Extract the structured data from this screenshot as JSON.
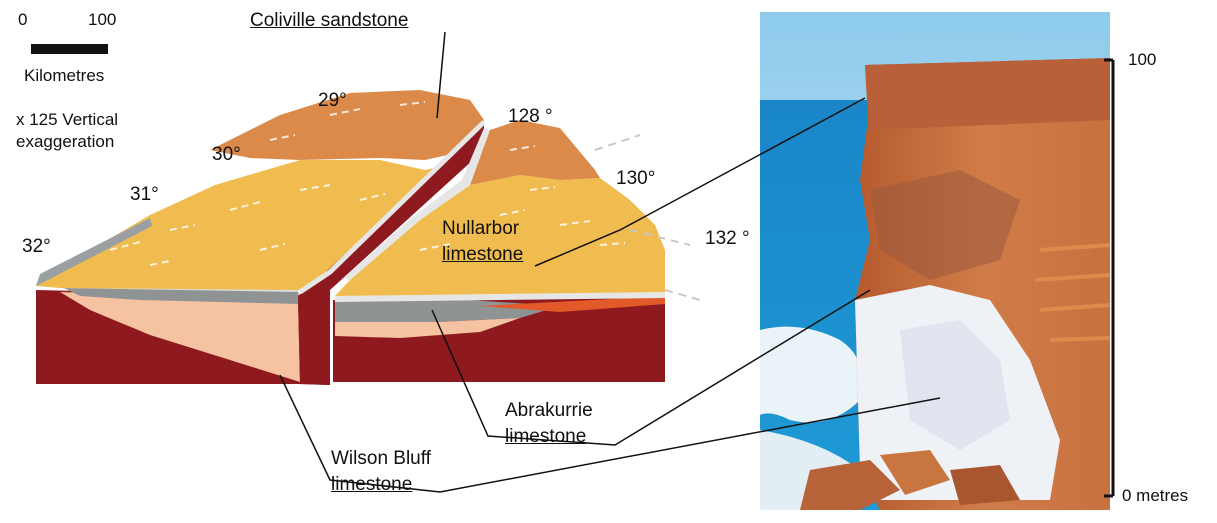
{
  "scale_bar": {
    "start": "0",
    "end": "100",
    "unit": "Kilometres"
  },
  "exaggeration": {
    "line1": "x 125 Vertical",
    "line2": "exaggeration"
  },
  "latitudes": [
    "29°",
    "30°",
    "31°",
    "32°"
  ],
  "longitudes": [
    "128 °",
    "130°",
    "132 °"
  ],
  "formations": {
    "coliville": "Coliville sandstone",
    "nullarbor": {
      "line1": "Nullarbor",
      "line2": "limestone"
    },
    "abrakurrie": {
      "line1": "Abrakurrie",
      "line2": "limestone"
    },
    "wilson": {
      "line1": "Wilson Bluff",
      "line2": "limestone"
    }
  },
  "cliff_scale": {
    "top": "100",
    "bottom": "0 metres"
  },
  "colors": {
    "basement": "#8e1a1f",
    "nullarbor": "#f1bc4f",
    "coliville": "#db8a49",
    "wilson": "#f6c3a2",
    "abrakurrie": "#8f9394",
    "sea": "#1e8fd0",
    "sky": "#a8d4ec",
    "cliff": "#c46a3c"
  }
}
